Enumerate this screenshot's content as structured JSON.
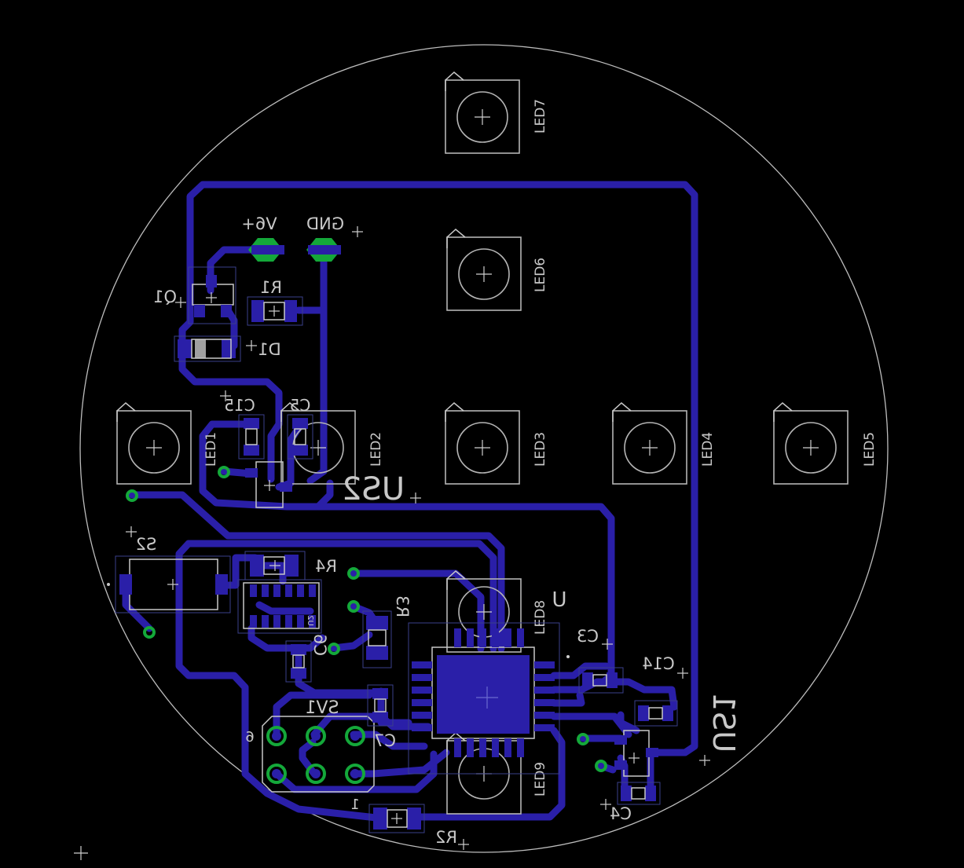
{
  "board": {
    "connectors": {
      "vplus": "V6+",
      "gnd": "GND"
    },
    "components": {
      "led1": "LED1",
      "led2": "LED2",
      "led3": "LED3",
      "led4": "LED4",
      "led5": "LED5",
      "led6": "LED6",
      "led7": "LED7",
      "led8": "LED8",
      "led9": "LED9",
      "q1": "Q1",
      "r1": "R1",
      "r2": "R2",
      "r3": "R3",
      "r4": "R4",
      "d1": "D1",
      "c3": "C3",
      "c4": "C4",
      "c5": "C5",
      "c6": "C6",
      "c7": "C7",
      "c14": "C14",
      "c15": "C15",
      "s2": "S2",
      "sv1": "SV1",
      "u": "U",
      "us1": "US1",
      "us2": "US2",
      "u2": "U2",
      "pin1": "1",
      "pin6": "6"
    }
  },
  "colors": {
    "background": "#000000",
    "copper": "#2a1fa8",
    "via": "#14a83a",
    "silkscreen": "#c8c8c8",
    "outline": "#b5b5b5"
  }
}
